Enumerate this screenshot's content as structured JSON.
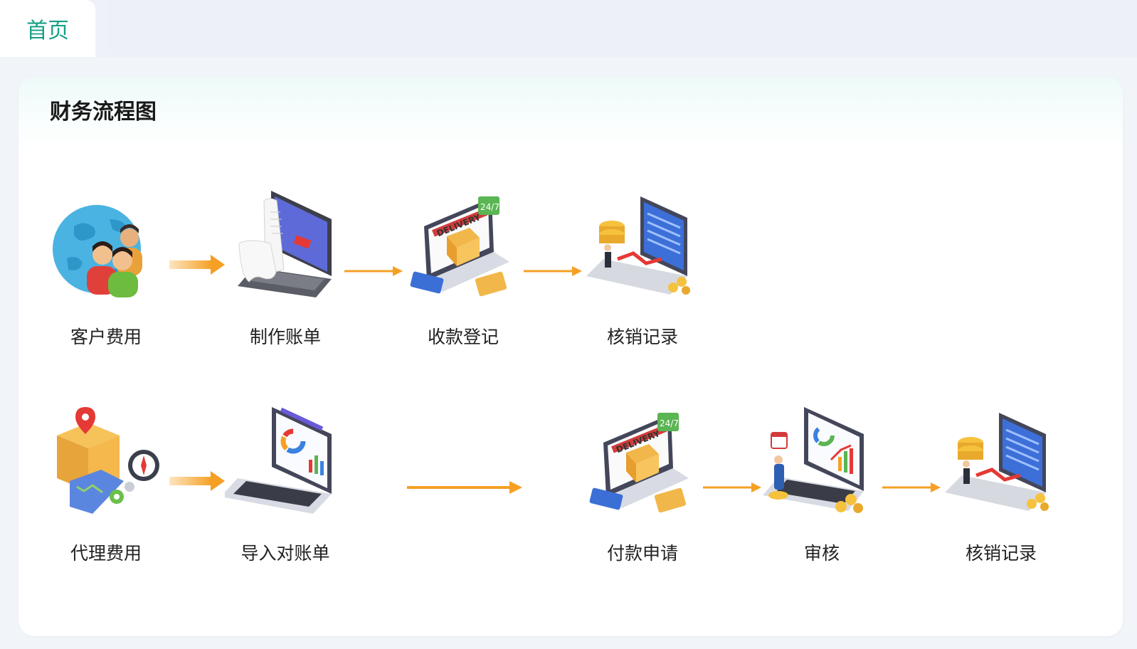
{
  "tabs": {
    "home_label": "首页"
  },
  "card": {
    "title": "财务流程图"
  },
  "flow": {
    "row1": [
      {
        "label": "客户费用",
        "icon": "globe-customers-icon"
      },
      {
        "label": "制作账单",
        "icon": "laptop-bill-icon"
      },
      {
        "label": "收款登记",
        "icon": "delivery-laptop-icon"
      },
      {
        "label": "核销记录",
        "icon": "laptop-coins-icon"
      }
    ],
    "row2": [
      {
        "label": "代理费用",
        "icon": "package-map-icon"
      },
      {
        "label": "导入对账单",
        "icon": "laptop-charts-icon"
      },
      {
        "label": "付款申请",
        "icon": "delivery-laptop-icon"
      },
      {
        "label": "审核",
        "icon": "audit-analytics-icon"
      },
      {
        "label": "核销记录",
        "icon": "laptop-coins-icon"
      }
    ]
  },
  "colors": {
    "accent": "#16a085",
    "arrow": "#f5a024"
  }
}
